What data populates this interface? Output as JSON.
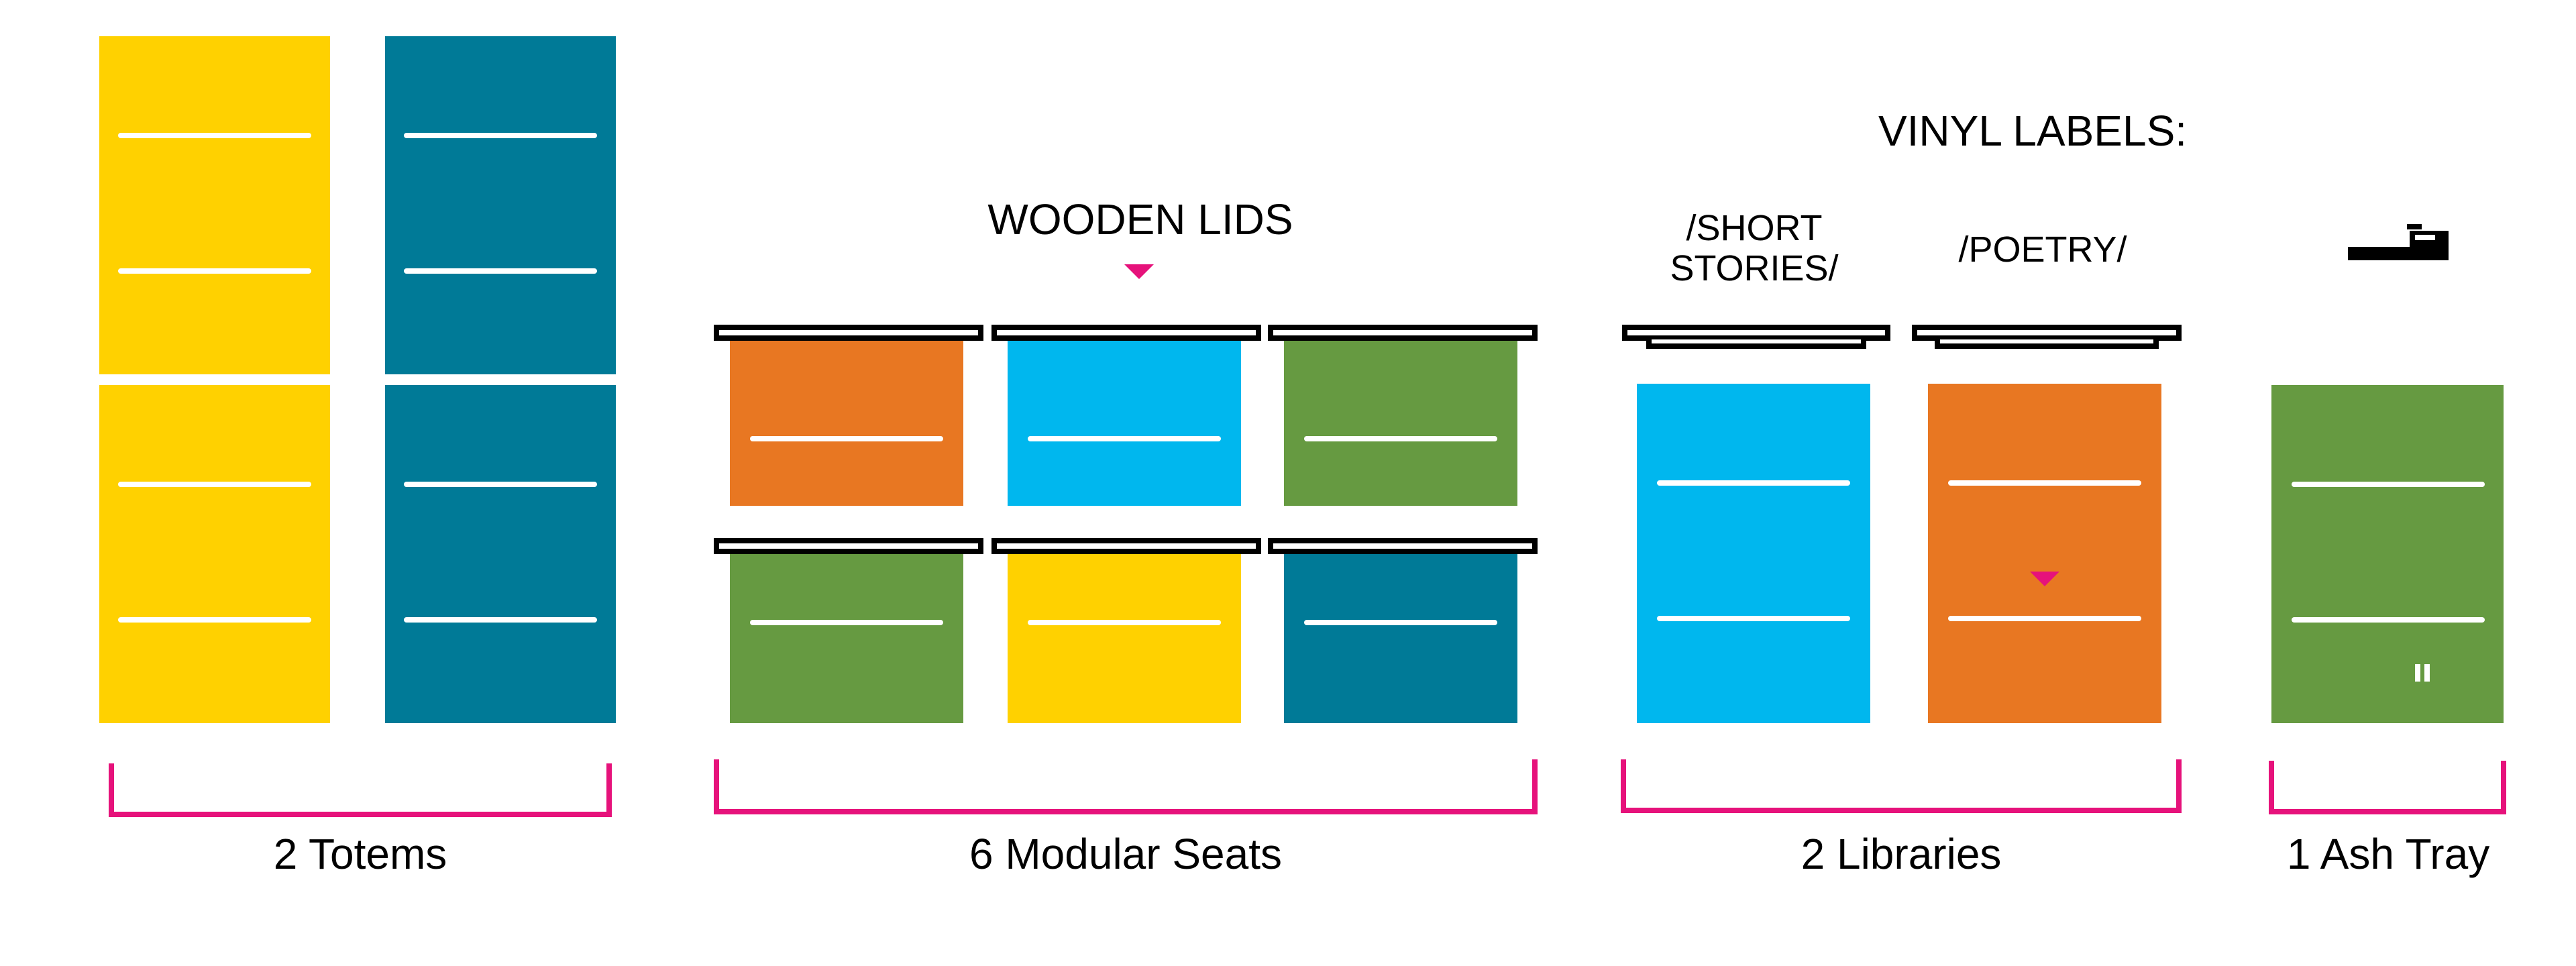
{
  "colors": {
    "yellow": "#FFD100",
    "teal": "#007A97",
    "orange": "#E87722",
    "sky": "#00B7EE",
    "green": "#669A41",
    "magenta": "#E6127B",
    "black": "#000000"
  },
  "headings": {
    "wooden_lids": "WOODEN LIDS",
    "vinyl_labels": "VINYL LABELS:",
    "short_stories_line1": "/SHORT",
    "short_stories_line2": "STORIES/",
    "poetry": "/POETRY/"
  },
  "groups": {
    "totems": "2 Totems",
    "seats": "6 Modular Seats",
    "libraries": "2 Libraries",
    "ash_tray": "1 Ash Tray"
  },
  "icons": {
    "lid_pointer": "triangle-down-icon",
    "label_pointer": "triangle-down-icon",
    "ash_tray": "ash-tray-icon",
    "slot": "slot-icon"
  }
}
